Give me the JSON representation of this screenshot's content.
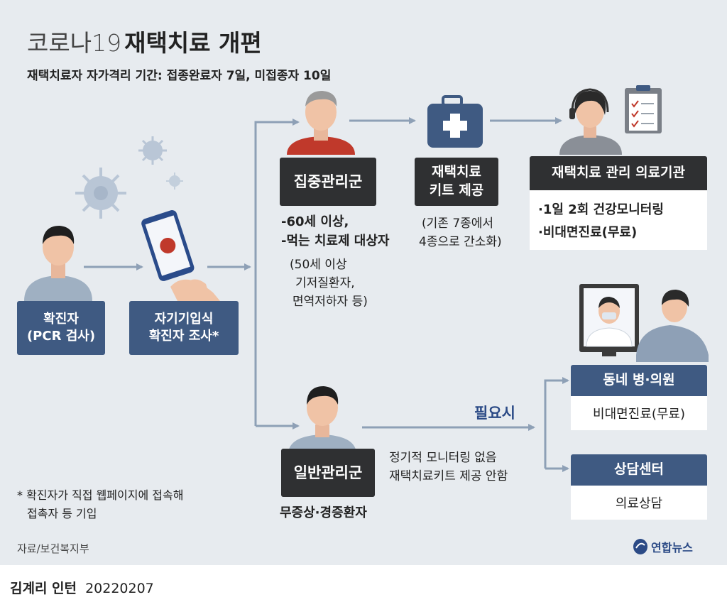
{
  "title": {
    "prefix": "코로나19",
    "main": "재택치료 개편"
  },
  "subtitle": "재택치료자 자가격리 기간: 접종완료자 7일, 미접종자 10일",
  "flow": {
    "confirmed_label": "확진자\n(PCR 검사)",
    "self_report_label": "자기기입식\n확진자 조사*",
    "intensive_group": {
      "label": "집중관리군",
      "criteria_1": "-60세 이상,",
      "criteria_2": "-먹는 치료제 대상자",
      "criteria_note_1": "(50세 이상",
      "criteria_note_2": "기저질환자,",
      "criteria_note_3": "면역저하자 등)"
    },
    "kit": {
      "label": "재택치료\n키트 제공",
      "note_1": "(기존 7종에서",
      "note_2": "4종으로 간소화)"
    },
    "medical_institution": {
      "label": "재택치료 관리 의료기관",
      "item_1": "·1일 2회 건강모니터링",
      "item_2": "·비대면진료(무료)"
    },
    "general_group": {
      "label": "일반관리군",
      "desc": "무증상·경증환자",
      "note_1": "정기적 모니터링 없음",
      "note_2": "재택치료키트 제공 안함"
    },
    "when_needed": "필요시",
    "local_clinic": {
      "label": "동네 병·의원",
      "content": "비대면진료(무료)"
    },
    "counseling_center": {
      "label": "상담센터",
      "content": "의료상담"
    }
  },
  "footnote_1": "* 확진자가 직접 웹페이지에 접속해",
  "footnote_2": "접촉자 등 기입",
  "source": "자료/보건복지부",
  "logo_text": "연합뉴스",
  "credit": {
    "author": "김계리 인턴",
    "date": "20220207"
  },
  "colors": {
    "background": "#e7ebef",
    "dark_label": "#2f3032",
    "blue_label": "#3f5a82",
    "arrow": "#8ea0b6",
    "accent_blue": "#2b4a86"
  }
}
